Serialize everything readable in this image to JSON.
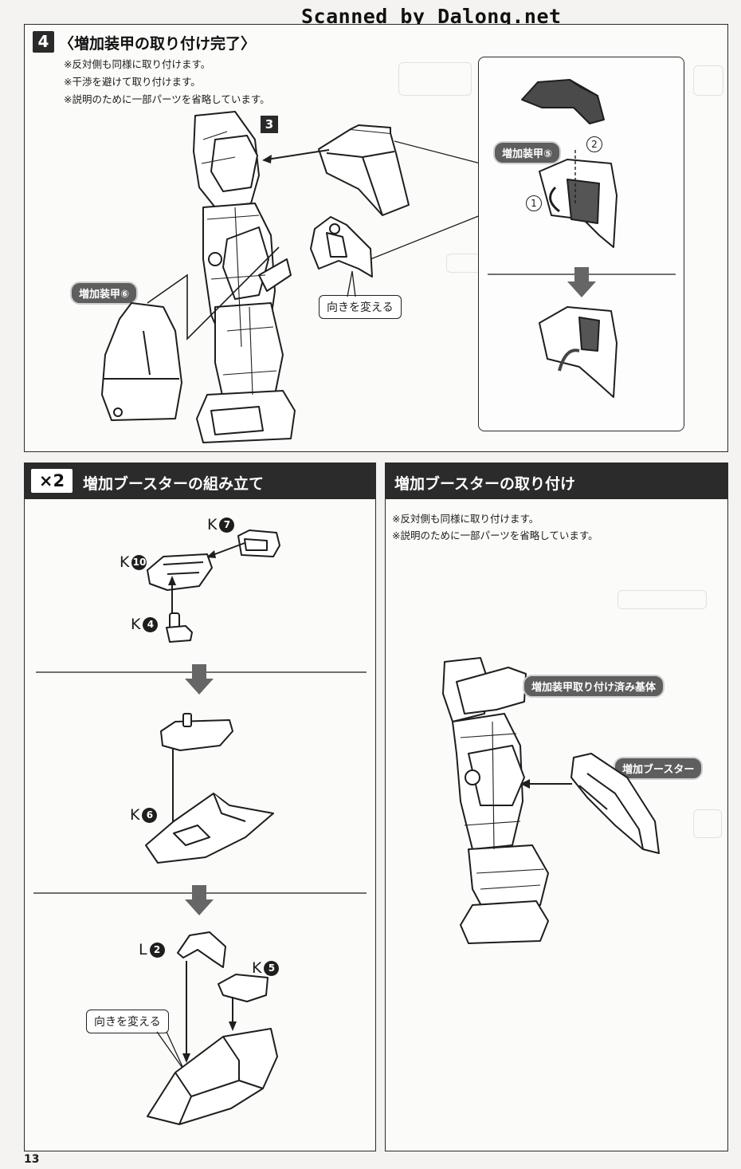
{
  "watermark": "Scanned by Dalong.net",
  "page_number": "13",
  "step4": {
    "number": "4",
    "title": "〈増加装甲の取り付け完了〉",
    "notes": [
      "※反対側も同様に取り付けます。",
      "※干渉を避けて取り付けます。",
      "※説明のために一部パーツを省略しています。"
    ],
    "sub_step": "3",
    "label_armor6": "増加装甲⑥",
    "label_armor5": "増加装甲⑤",
    "callout_turn": "向きを変える",
    "num1": "1",
    "num2": "2"
  },
  "booster_assembly": {
    "multiplier": "×2",
    "title": "増加ブースターの組み立て",
    "parts": {
      "k7_letter": "K",
      "k7_num": "7",
      "k10_letter": "K",
      "k10_num": "10",
      "k4_letter": "K",
      "k4_num": "4",
      "k6_letter": "K",
      "k6_num": "6",
      "l2_letter": "L",
      "l2_num": "2",
      "k5_letter": "K",
      "k5_num": "5"
    },
    "callout_turn": "向きを変える"
  },
  "booster_attach": {
    "title": "増加ブースターの取り付け",
    "notes": [
      "※反対側も同様に取り付けます。",
      "※説明のために一部パーツを省略しています。"
    ],
    "label_base": "増加装甲取り付け済み基体",
    "label_booster": "増加ブースター"
  },
  "colors": {
    "ink": "#1c1c1c",
    "header_bar": "#2b2b2b",
    "label_pill": "#5e5e5e",
    "paper": "#f4f3f1"
  }
}
